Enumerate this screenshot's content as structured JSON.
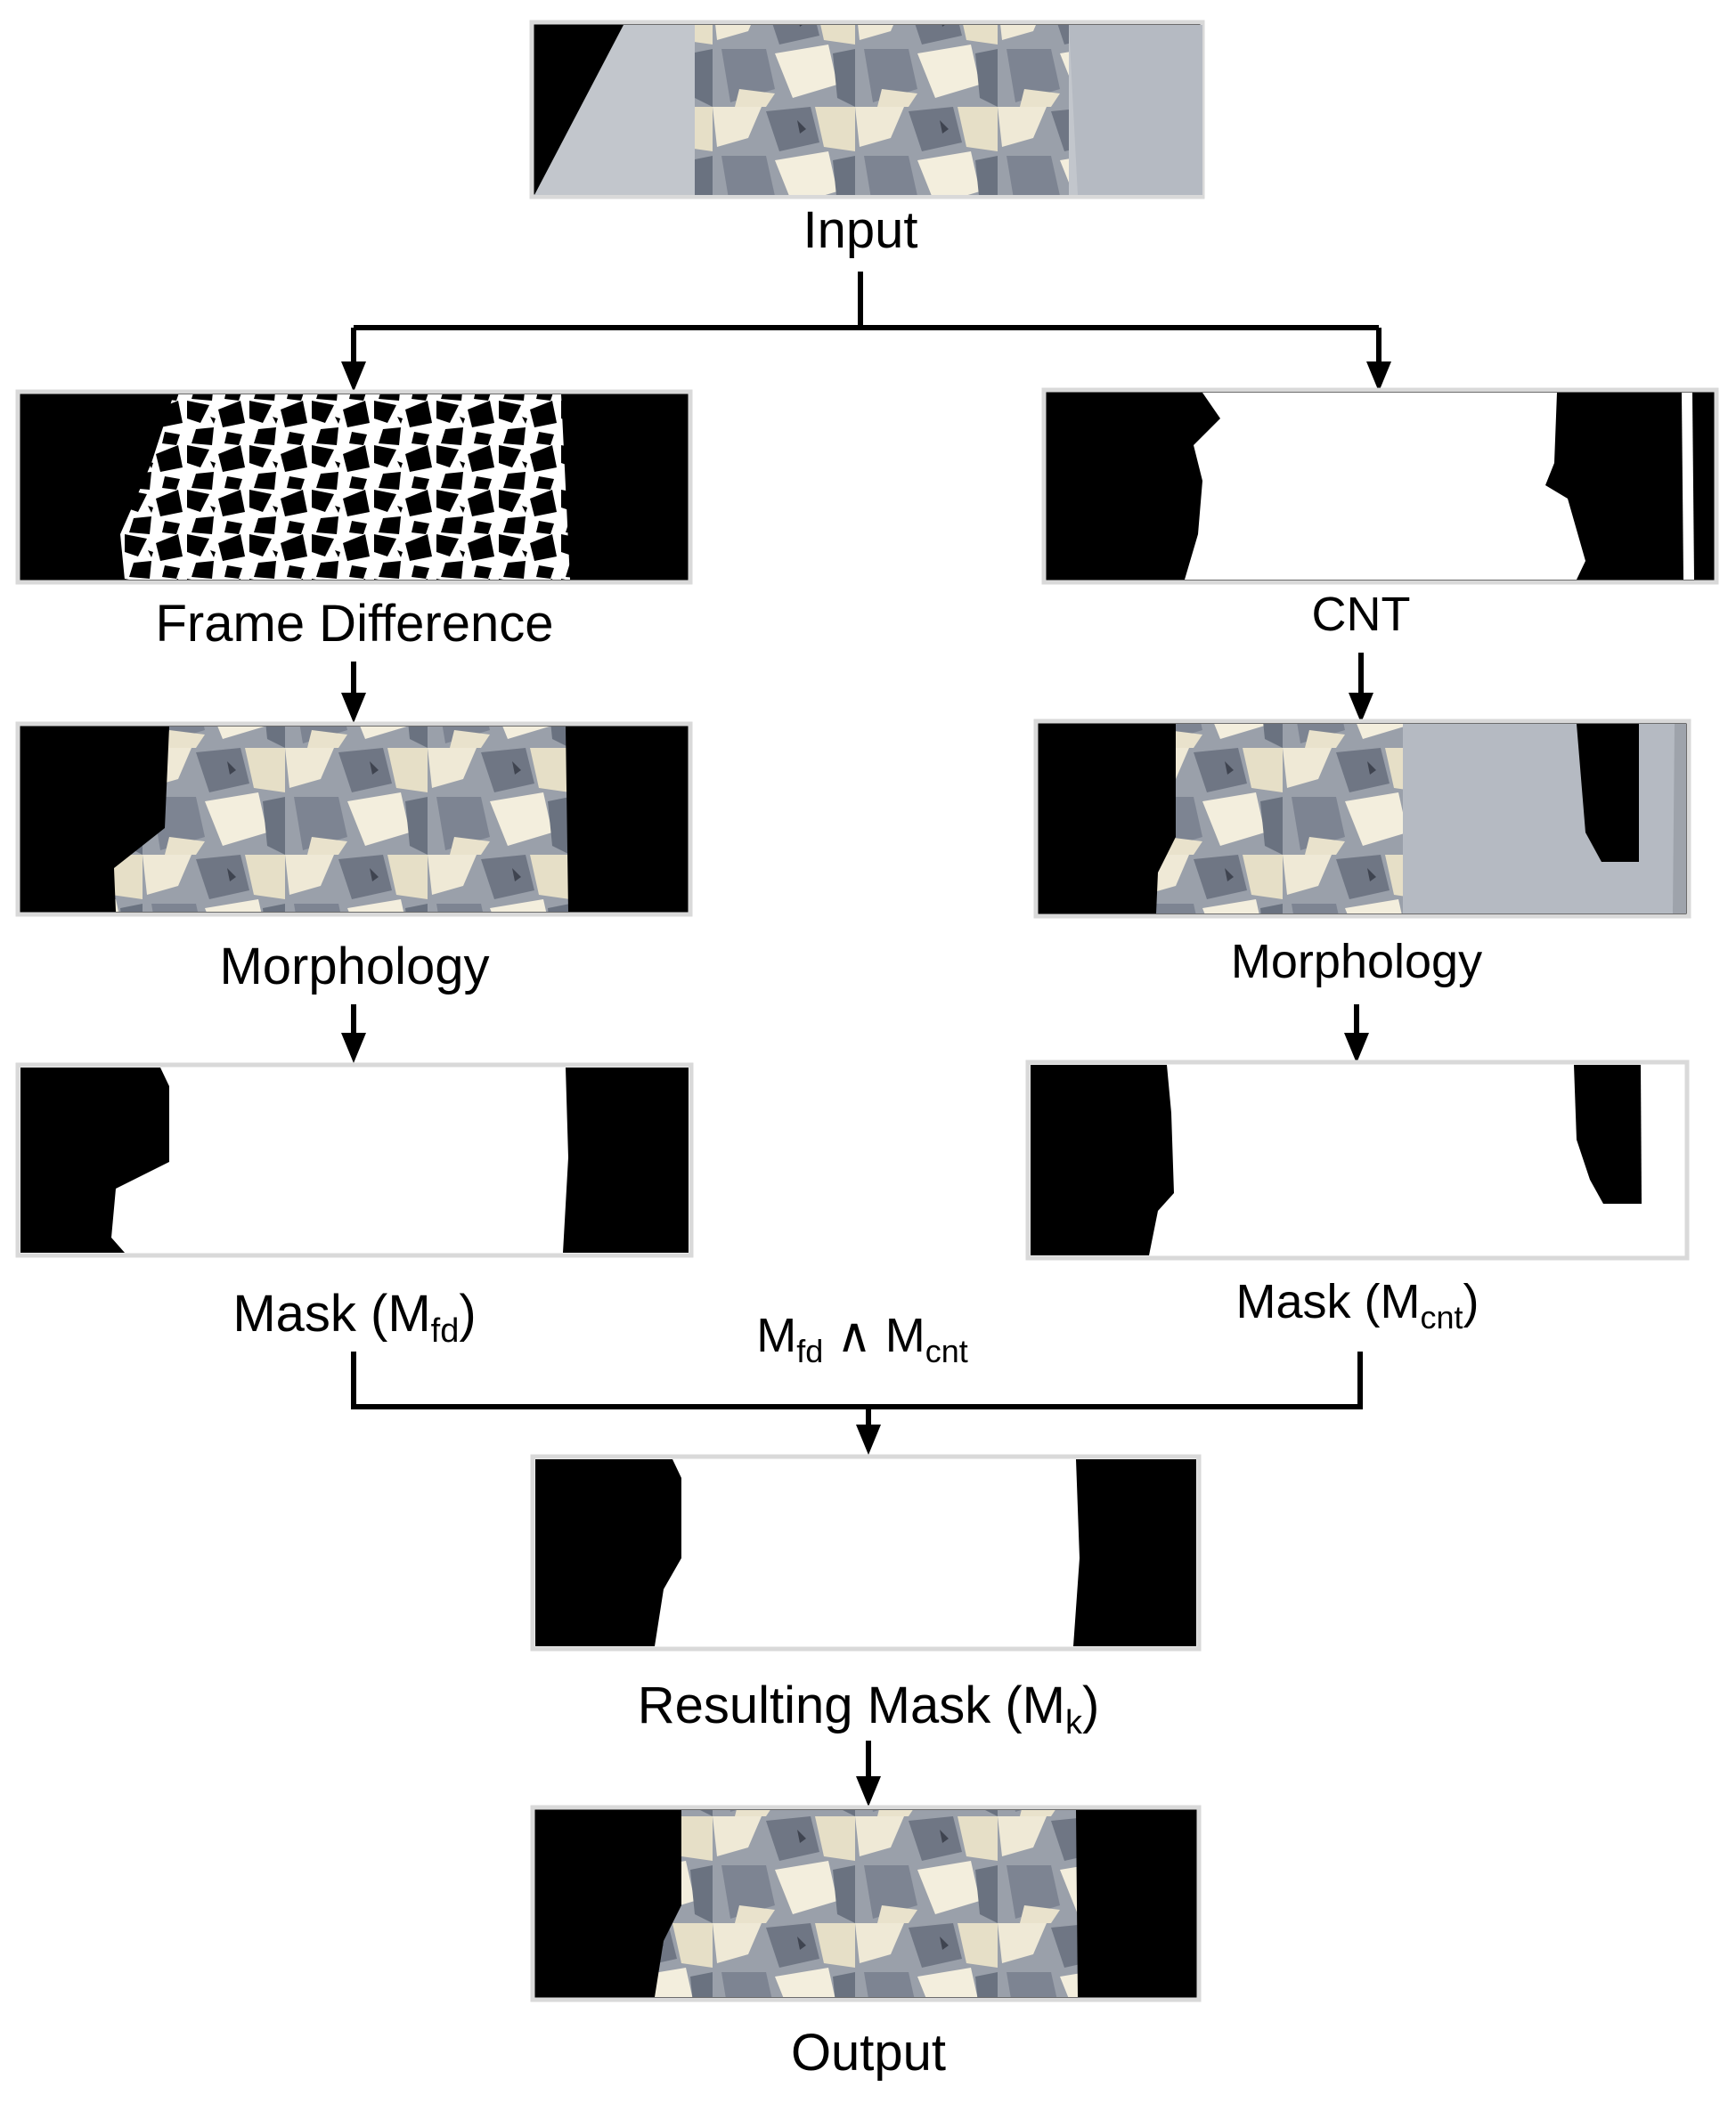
{
  "diagram": {
    "stages": {
      "input": {
        "label": "Input"
      },
      "frame_difference": {
        "label": "Frame Difference"
      },
      "cnt": {
        "label": "CNT"
      },
      "morphology_left": {
        "label": "Morphology"
      },
      "morphology_right": {
        "label": "Morphology"
      },
      "mask_fd": {
        "label": "Mask (M",
        "sub": "fd",
        "close": ")"
      },
      "mask_cnt": {
        "label": "Mask (M",
        "sub": "cnt",
        "close": ")"
      },
      "result": {
        "label": "Resulting Mask (M",
        "sub": "k",
        "close": ")"
      },
      "output": {
        "label": "Output"
      }
    },
    "and_operation": {
      "a": "M",
      "a_sub": "fd",
      "op": " ∧ ",
      "b": "M",
      "b_sub": "cnt"
    }
  },
  "colors": {
    "mask_black": "#000000",
    "mask_white": "#ffffff",
    "frame_border": "#d9d9d9",
    "arrow": "#000000",
    "rock_gray": "#9aa0aa",
    "rock_light": "#efe9d6",
    "rock_dark": "#6f7684",
    "plate": "#c2c6cc"
  }
}
